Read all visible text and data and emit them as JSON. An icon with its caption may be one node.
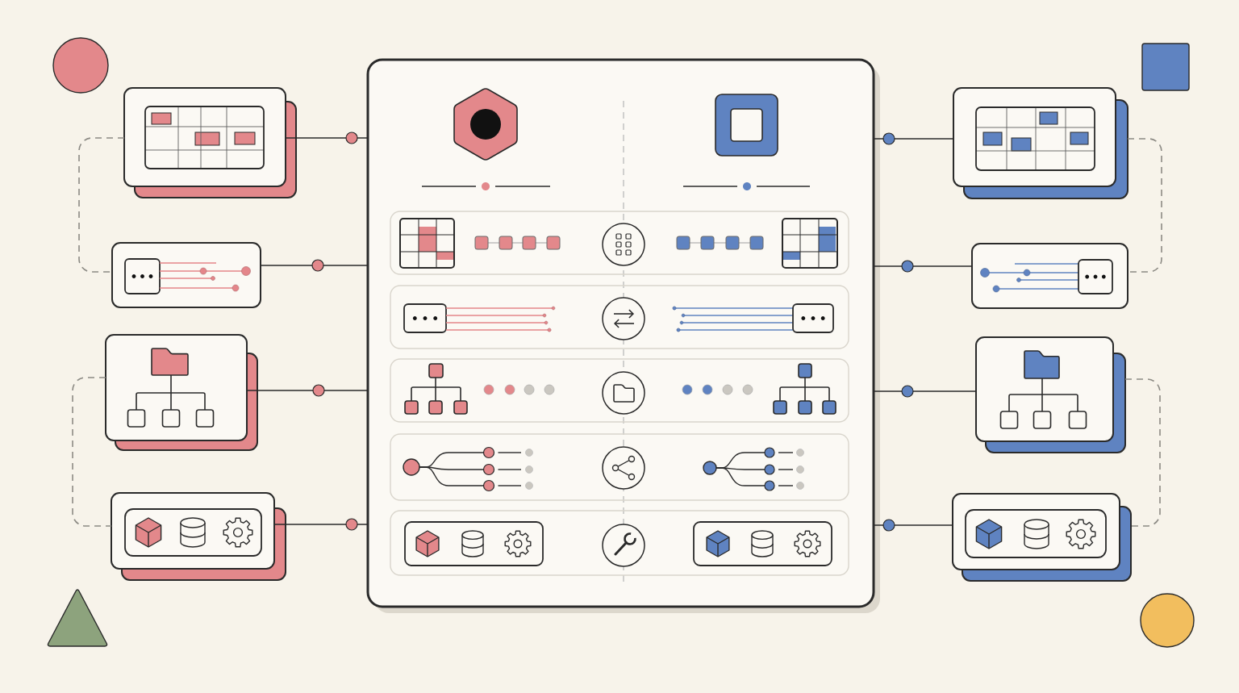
{
  "diagram": {
    "nodes": [
      {
        "text": [],
        "shape": "box"
      },
      {
        "text": [],
        "shape": "box"
      },
      {
        "text": [],
        "shape": "box"
      },
      {
        "text": [],
        "shape": "box"
      },
      {
        "text": [],
        "shape": "box"
      },
      {
        "text": [],
        "shape": "box"
      },
      {
        "text": [],
        "shape": "box"
      },
      {
        "text": [],
        "shape": "box"
      },
      {
        "text": [],
        "shape": "box"
      }
    ],
    "edges": [
      {
        "from": 1,
        "to": 0,
        "arrow": "none"
      },
      {
        "from": 2,
        "to": 0,
        "arrow": "none"
      },
      {
        "from": 3,
        "to": 0,
        "arrow": "none"
      },
      {
        "from": 4,
        "to": 0,
        "arrow": "none"
      },
      {
        "from": 0,
        "to": 5,
        "arrow": "none"
      },
      {
        "from": 0,
        "to": 6,
        "arrow": "none"
      },
      {
        "from": 0,
        "to": 7,
        "arrow": "none"
      },
      {
        "from": 0,
        "to": 8,
        "arrow": "none"
      },
      {
        "from": 1,
        "to": 2,
        "arrow": "none",
        "style": "dashed",
        "color": "#8c8a84"
      },
      {
        "from": 3,
        "to": 4,
        "arrow": "none",
        "style": "dashed",
        "color": "#8c8a84"
      },
      {
        "from": 5,
        "to": 6,
        "arrow": "none",
        "style": "dashed",
        "color": "#8c8a84"
      },
      {
        "from": 7,
        "to": 8,
        "arrow": "none",
        "style": "dashed",
        "color": "#8c8a84"
      }
    ]
  }
}
